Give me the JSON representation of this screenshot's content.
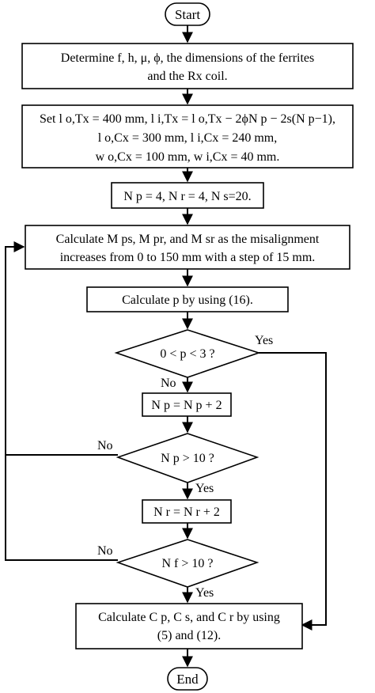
{
  "start": "Start",
  "end": "End",
  "box1": {
    "line1": "Determine f, h, μ, ϕ, the dimensions of the ferrites",
    "line2": "and the Rx coil."
  },
  "box2": {
    "line1": "Set l o,Tx = 400 mm, l i,Tx = l o,Tx − 2ϕN p − 2s(N p−1),",
    "line2": "l o,Cx = 300 mm, l i,Cx = 240 mm,",
    "line3": "w o,Cx = 100 mm, w i,Cx = 40 mm."
  },
  "box3": "N p = 4, N r = 4, N s=20.",
  "box4": {
    "line1": "Calculate M ps, M pr, and M sr as the misalignment",
    "line2": "increases from 0 to 150 mm with a step of 15 mm."
  },
  "box5": "Calculate p by using (16).",
  "decision1": "0 < p < 3 ?",
  "box6": "N p = N p + 2",
  "decision2": "N p > 10 ?",
  "box7": "N r = N r + 2",
  "decision3": "N f > 10 ?",
  "box8": {
    "line1": "Calculate C p, C s, and C r by using",
    "line2": "(5) and (12)."
  },
  "labels": {
    "yes": "Yes",
    "no": "No"
  }
}
